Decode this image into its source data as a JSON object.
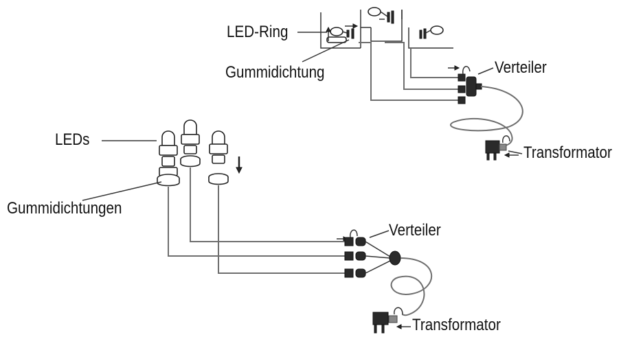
{
  "labels": {
    "led_ring": "LED-Ring",
    "gummidichtung": "Gummidichtung",
    "verteiler_top": "Verteiler",
    "transformator_top": "Transformator",
    "leds": "LEDs",
    "gummidichtungen": "Gummidichtungen",
    "verteiler_bottom": "Verteiler",
    "transformator_bottom": "Transformator"
  },
  "icons": [
    "led-bulb-icon",
    "rubber-seal-icon",
    "distributor-icon",
    "transformer-icon",
    "arrow-icon"
  ]
}
